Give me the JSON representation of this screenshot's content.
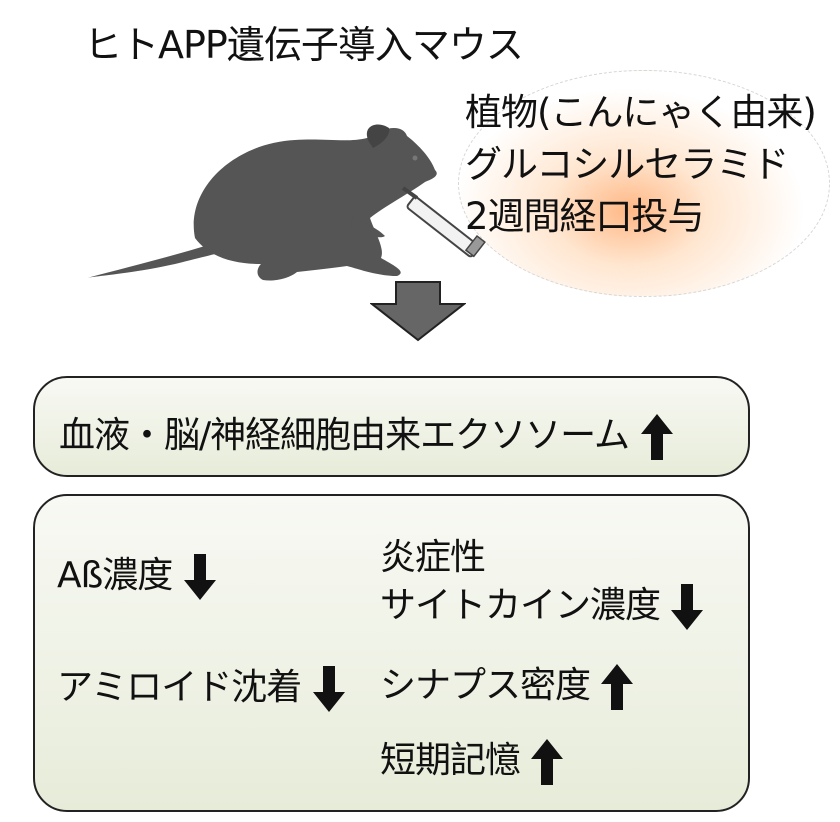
{
  "title": "ヒトAPP遺伝子導入マウス",
  "treatment": {
    "line1": "植物(こんにゃく由来)",
    "line2": "グルコシルセラミド",
    "line3": "2週間経口投与"
  },
  "exosome": {
    "label": "血液・脳/神経細胞由来エクソソーム",
    "direction": "up"
  },
  "effects": {
    "abeta": {
      "label": "Aß濃度",
      "direction": "down"
    },
    "cytokine": {
      "line1": "炎症性",
      "line2": "サイトカイン濃度",
      "direction": "down"
    },
    "amyloid": {
      "label": "アミロイド沈着",
      "direction": "down"
    },
    "synapse": {
      "label": "シナプス密度",
      "direction": "up"
    },
    "memory": {
      "label": "短期記憶",
      "direction": "up"
    }
  },
  "colors": {
    "mouse": "#555555",
    "arrow": "#111111",
    "big_arrow": "#666666",
    "halo": "#ffb078"
  },
  "icons": [
    "mouse-silhouette",
    "oral-syringe-icon",
    "down-arrow-icon",
    "up-arrow-icon",
    "down-arrow-icon"
  ]
}
